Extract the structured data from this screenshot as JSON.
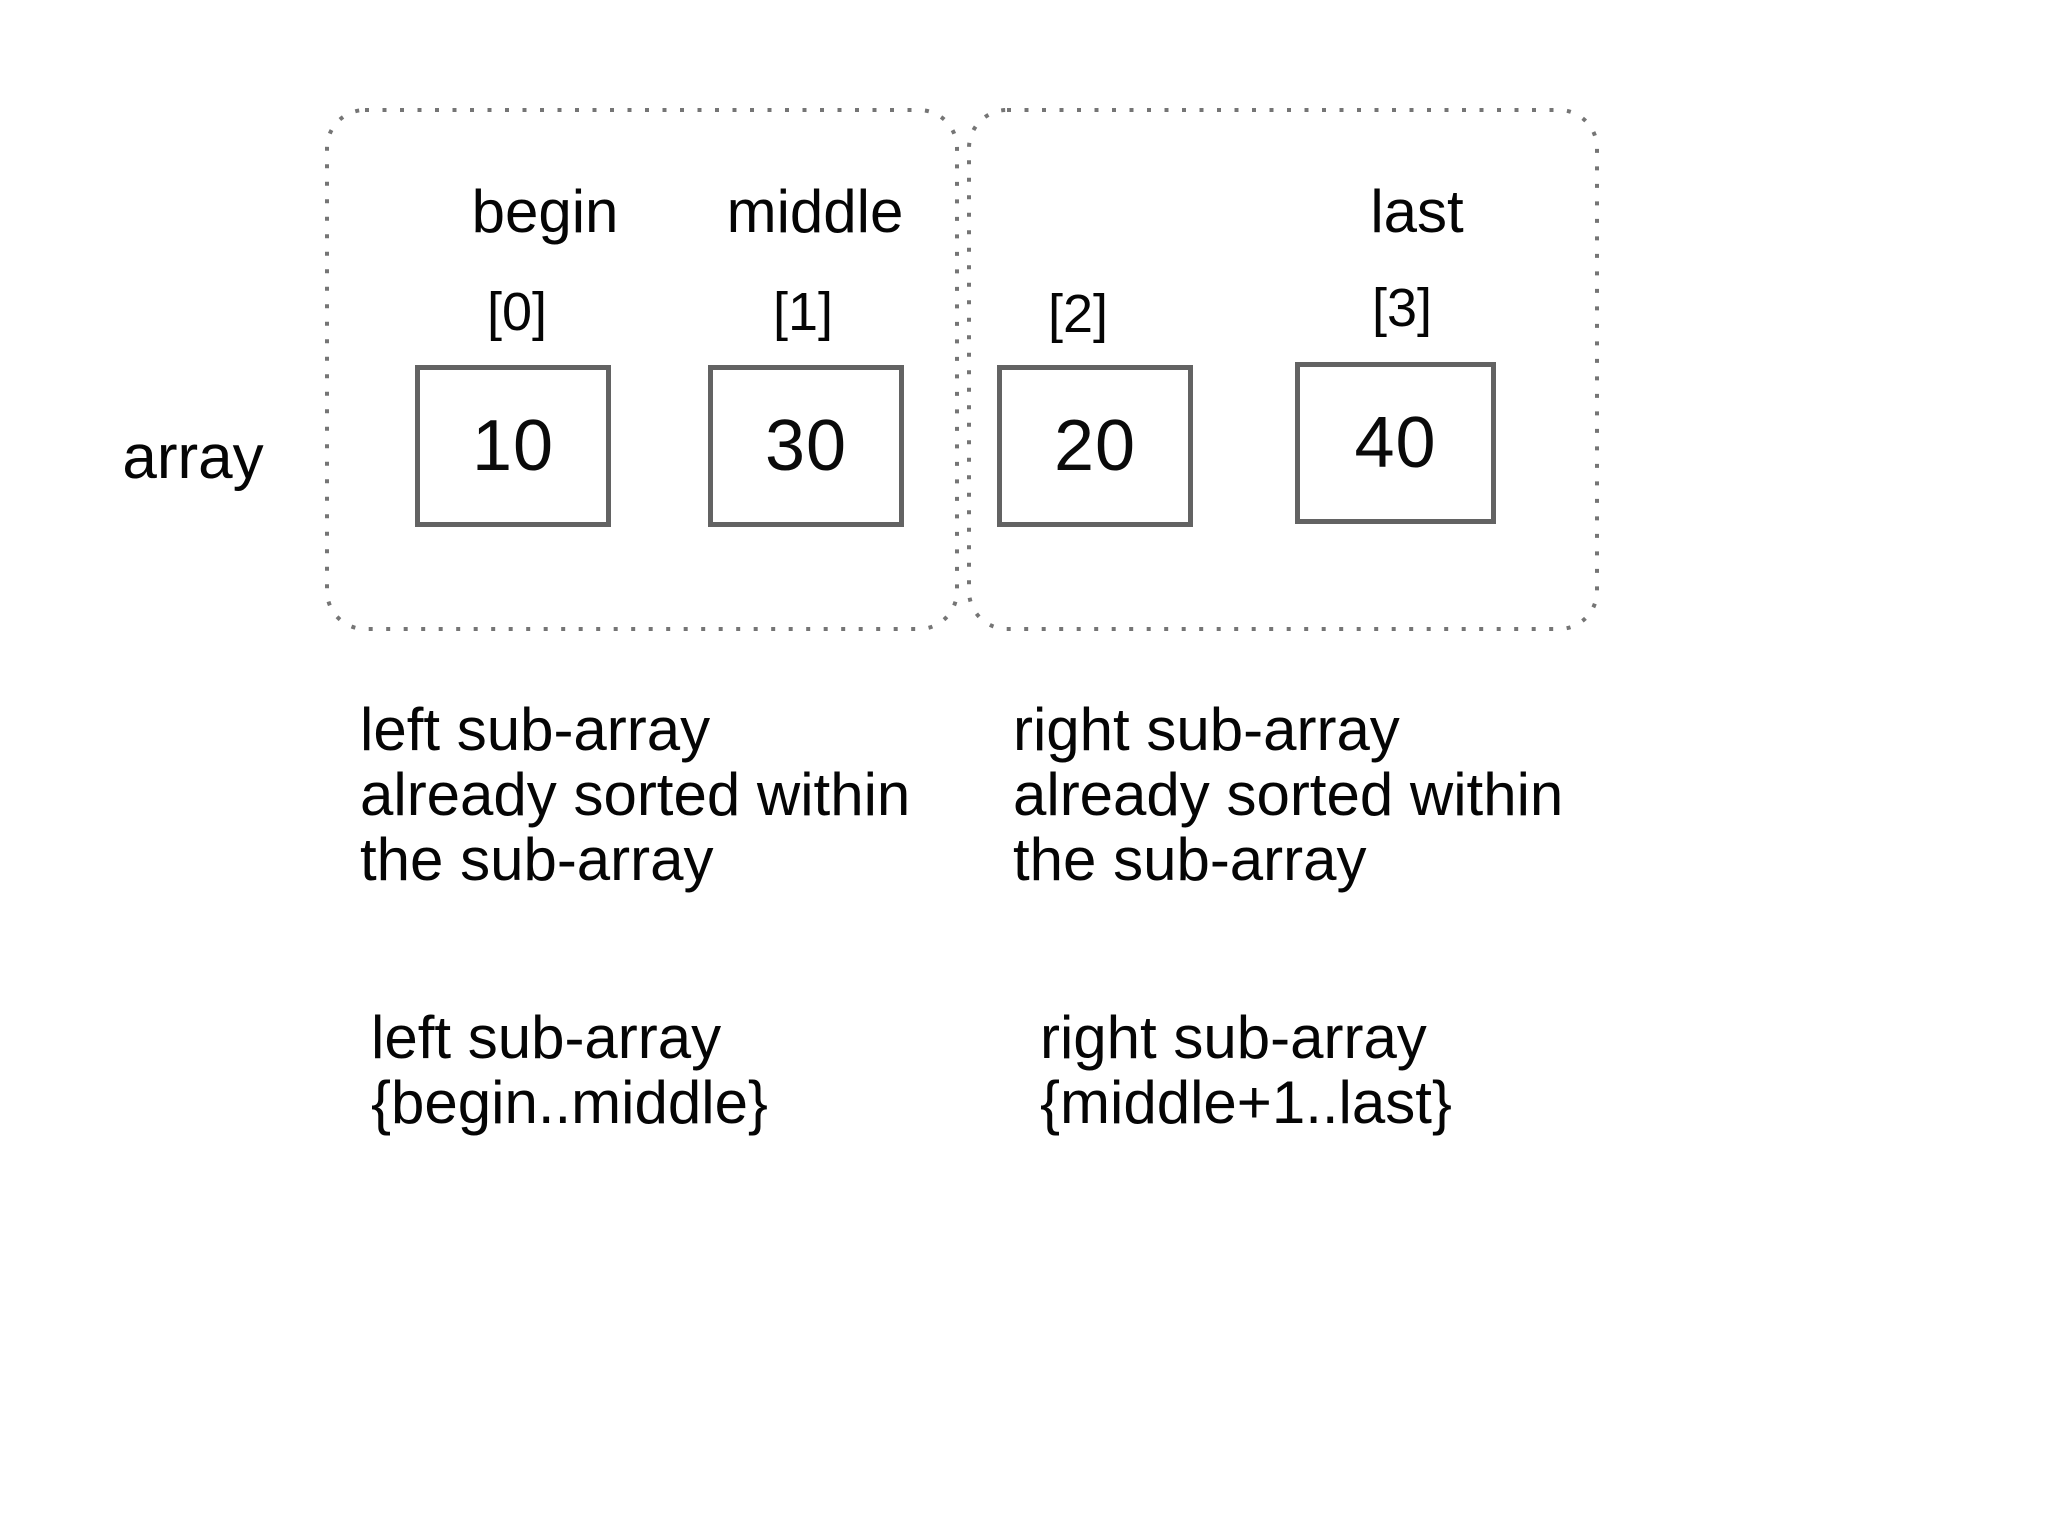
{
  "diagram": {
    "array_label": "array",
    "pointers": {
      "begin": "begin",
      "middle": "middle",
      "last": "last"
    },
    "cells": [
      {
        "index": "[0]",
        "value": "10"
      },
      {
        "index": "[1]",
        "value": "30"
      },
      {
        "index": "[2]",
        "value": "20"
      },
      {
        "index": "[3]",
        "value": "40"
      }
    ],
    "captions": {
      "left_sorted": [
        "left sub-array",
        "already sorted within",
        "the sub-array"
      ],
      "right_sorted": [
        "right sub-array",
        "already sorted within",
        "the sub-array"
      ],
      "left_range": [
        "left sub-array",
        "{begin..middle}"
      ],
      "right_range": [
        "right sub-array",
        "{middle+1..last}"
      ]
    },
    "colors": {
      "background": "#ffffff",
      "text": "#050505",
      "cell_border": "#636363",
      "dotted_border": "#757575"
    }
  }
}
